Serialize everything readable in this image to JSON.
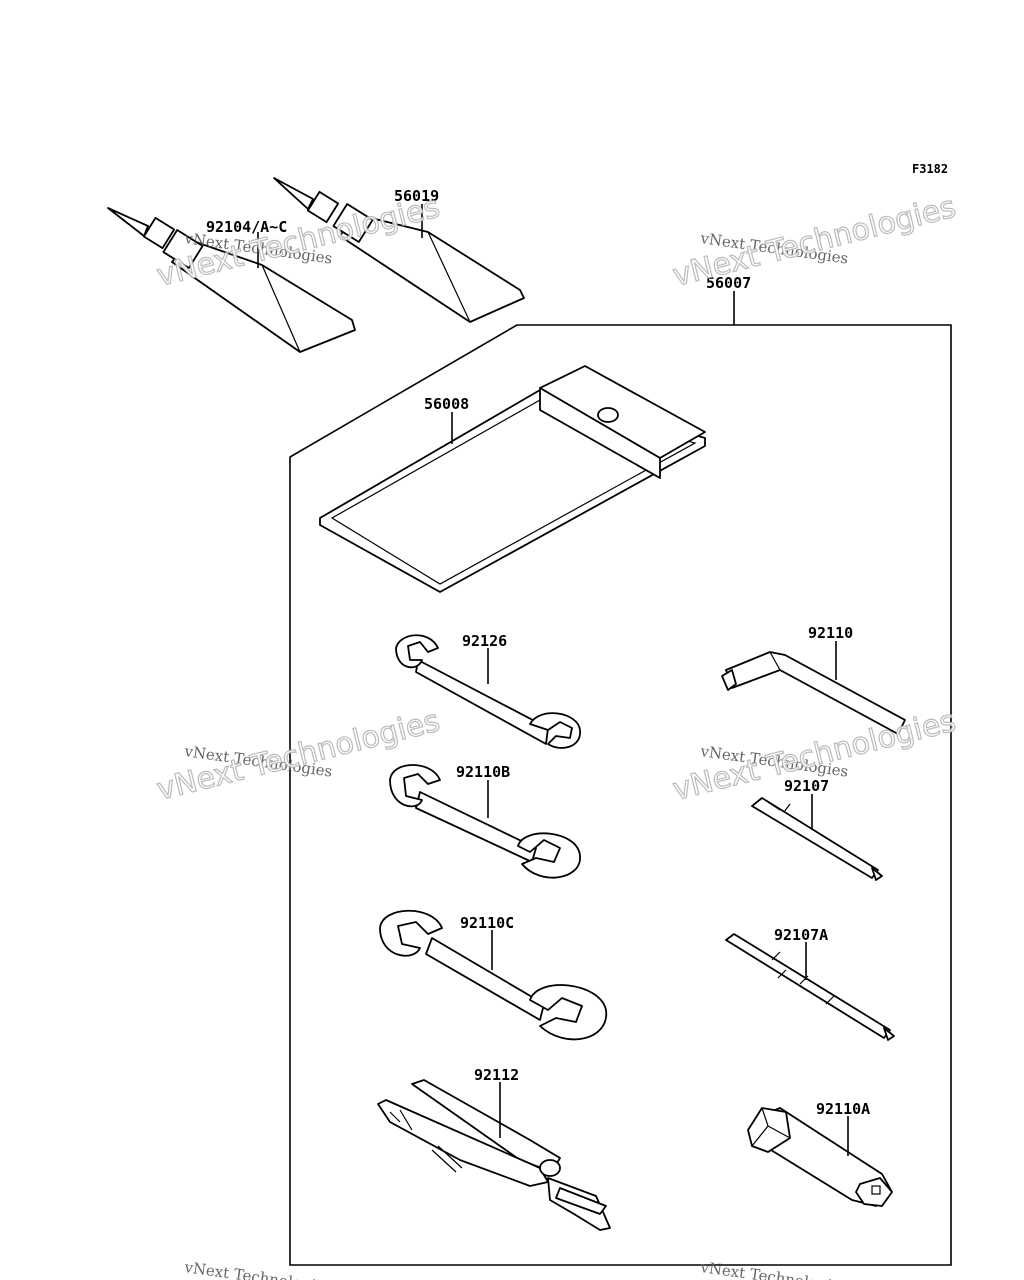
{
  "figure_code": "F3182",
  "watermark": {
    "line1": "vNext Technologies",
    "line2": "vNext Technologies"
  },
  "parts": {
    "p92104": "92104/A~C",
    "p56019": "56019",
    "p56007": "56007",
    "p56008": "56008",
    "p92126": "92126",
    "p92110": "92110",
    "p92110B": "92110B",
    "p92107": "92107",
    "p92110C": "92110C",
    "p92107A": "92107A",
    "p92112": "92112",
    "p92110A": "92110A"
  }
}
